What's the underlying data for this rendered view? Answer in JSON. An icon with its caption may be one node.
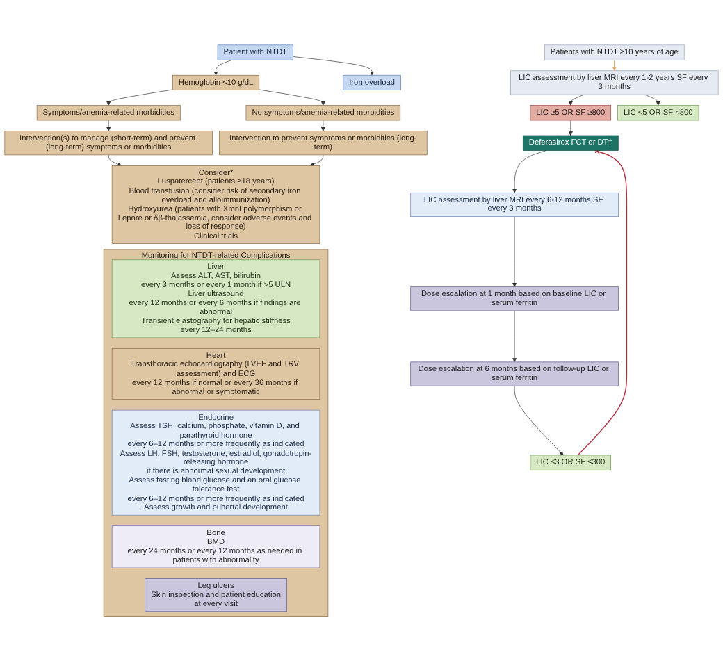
{
  "diagram": {
    "nodes": [
      {
        "text": [
          "Patient with NTDT"
        ]
      },
      {
        "text": [
          "Hemoglobin <10 g/dL"
        ]
      },
      {
        "text": [
          "Iron overload"
        ]
      },
      {
        "text": [
          "Symptoms/anemia-related morbidities"
        ]
      },
      {
        "text": [
          "No symptoms/anemia-related morbidities"
        ]
      },
      {
        "text": [
          "Intervention(s) to manage (short-term) and prevent (long-term) symptoms or morbidities"
        ]
      },
      {
        "text": [
          "Intervention to prevent symptoms or morbidities (long-term)"
        ]
      },
      {
        "text": [
          "Consider*",
          "Luspatercept (patients ≥18 years)",
          "Blood transfusion (consider risk of secondary iron overload and alloimmunization)",
          "Hydroxyurea (patients with XmnI polymorphism or Lepore or δβ-thalassemia, consider adverse events and loss of response)",
          "Clinical trials"
        ]
      },
      {
        "text": [
          "Monitoring for NTDT-related Complications"
        ]
      },
      {
        "text": [
          "Liver",
          "Assess ALT, AST, bilirubin",
          "every 3 months or every 1 month if >5 ULN",
          "Liver ultrasound",
          "every 12 months or every 6 months if findings are abnormal",
          "Transient elastography for hepatic stiffness",
          "every 12–24 months"
        ],
        "in": 8
      },
      {
        "text": [
          "Heart",
          "Transthoracic echocardiography (LVEF and TRV assessment) and ECG",
          "every 12 months if normal or every 36 months if abnormal or symptomatic"
        ],
        "in": 8
      },
      {
        "text": [
          "Endocrine",
          "Assess TSH, calcium, phosphate, vitamin D, and parathyroid hormone",
          "every 6–12 months or more frequently as indicated",
          "Assess LH, FSH, testosterone, estradiol, gonadotropin-releasing hormone",
          "if there is abnormal sexual development",
          "Assess fasting blood glucose and an oral glucose tolerance test",
          "every 6–12 months or more frequently as indicated",
          "Assess growth and pubertal development"
        ],
        "in": 8
      },
      {
        "text": [
          "Bone",
          "BMD",
          "every 24 months or every 12 months as needed in patients with abnormality"
        ],
        "in": 8
      },
      {
        "text": [
          "Leg ulcers",
          "Skin inspection and patient education",
          "at every visit"
        ],
        "in": 8
      },
      {
        "text": [
          "Patients with NTDT ≥10 years of age"
        ]
      },
      {
        "text": [
          "LIC assessment by liver MRI every 1-2 years SF every 3 months"
        ]
      },
      {
        "text": [
          "LIC ≥5 OR SF ≥800"
        ]
      },
      {
        "text": [
          "LIC <5 OR SF <800"
        ]
      },
      {
        "text": [
          "Deferasirox FCT or DT†"
        ]
      },
      {
        "text": [
          "LIC assessment by liver MRI every 6-12 months SF every 3 months"
        ]
      },
      {
        "text": [
          "Dose escalation at 1 month based on baseline LIC or serum ferritin"
        ]
      },
      {
        "text": [
          "Dose escalation at 6 months based on follow-up LIC or serum ferritin"
        ]
      },
      {
        "text": [
          "LIC ≤3 OR SF ≤300"
        ]
      }
    ],
    "edges": [
      {
        "from": 0,
        "to": 1,
        "arrow": "to"
      },
      {
        "from": 0,
        "to": 2,
        "arrow": "to"
      },
      {
        "from": 1,
        "to": 3,
        "arrow": "to"
      },
      {
        "from": 1,
        "to": 4,
        "arrow": "to"
      },
      {
        "from": 3,
        "to": 5,
        "arrow": "to"
      },
      {
        "from": 4,
        "to": 6,
        "arrow": "to"
      },
      {
        "from": 5,
        "to": 7,
        "arrow": "to"
      },
      {
        "from": 6,
        "to": 7,
        "arrow": "to"
      },
      {
        "from": 14,
        "to": 15,
        "arrow": "to",
        "color": "#d9a866"
      },
      {
        "from": 15,
        "to": 16,
        "arrow": "to"
      },
      {
        "from": 15,
        "to": 17,
        "arrow": "to"
      },
      {
        "from": 16,
        "to": 18,
        "arrow": "to"
      },
      {
        "from": 18,
        "to": 19,
        "arrow": "to"
      },
      {
        "from": 19,
        "to": 20,
        "arrow": "to"
      },
      {
        "from": 20,
        "to": 21,
        "arrow": "to"
      },
      {
        "from": 21,
        "to": 22,
        "arrow": "to"
      },
      {
        "from": 22,
        "to": 18,
        "arrow": "other",
        "color": "#b03040"
      }
    ]
  }
}
